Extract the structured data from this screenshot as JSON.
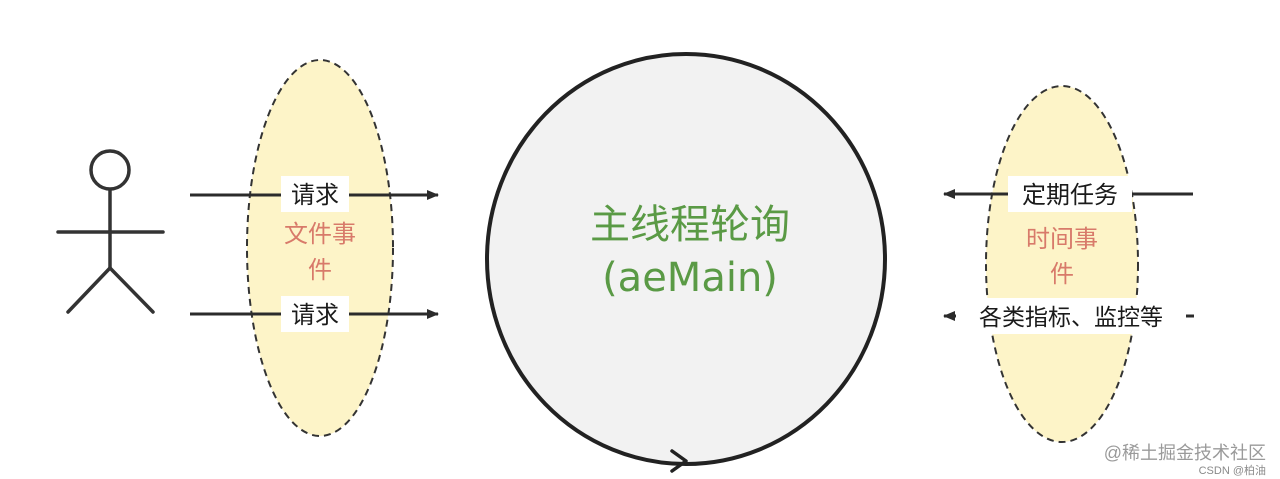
{
  "center": {
    "title": "主线程轮询",
    "subtitle": "(aeMain)"
  },
  "left": {
    "group_label_line1": "文件事",
    "group_label_line2": "件",
    "request_top": "请求",
    "request_bottom": "请求"
  },
  "right": {
    "group_label_line1": "时间事",
    "group_label_line2": "件",
    "task_label": "定期任务",
    "metrics_label": "各类指标、监控等"
  },
  "watermark": {
    "site": "@稀土掘金技术社区",
    "csdn": "CSDN @柏油"
  },
  "colors": {
    "title_green": "#5a9a45",
    "event_red": "#d87a6a",
    "ellipse_fill": "#fdf4c8",
    "circle_fill": "#f2f2f2",
    "stroke": "#222222",
    "arrow": "#2b2b2b"
  },
  "icons": {
    "user": "stick-figure-user-icon"
  }
}
